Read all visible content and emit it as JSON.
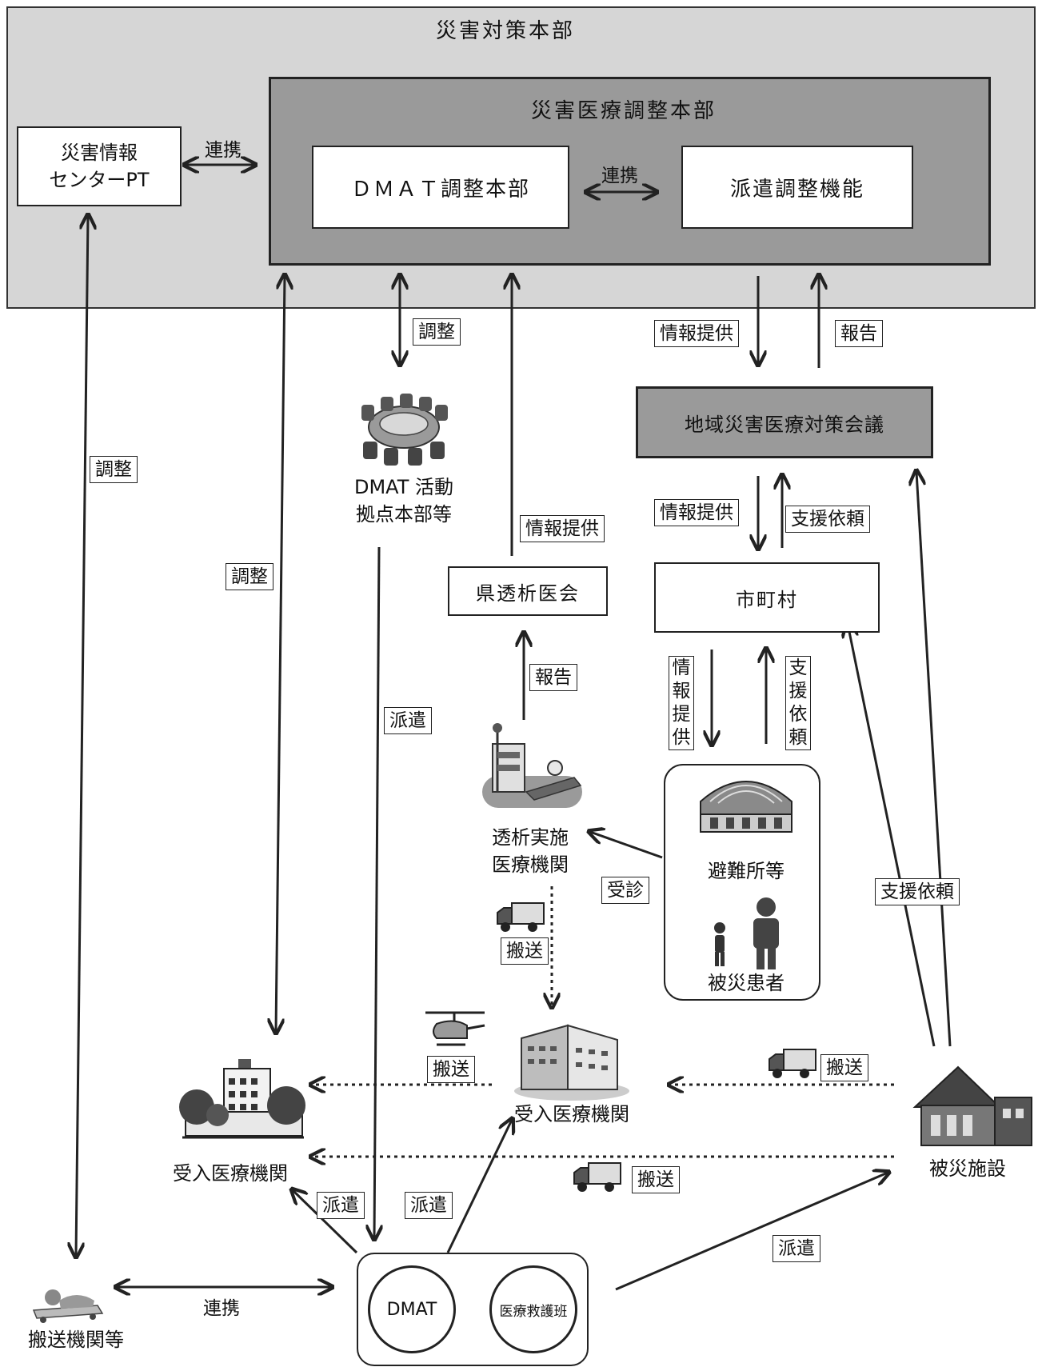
{
  "diagram": {
    "outer_title": "災害対策本部",
    "inner_title": "災害医療調整本部",
    "nodes": {
      "info_center": "災害情報\nセンターPT",
      "dmat_hq": "ＤＭＡＴ調整本部",
      "dispatch": "派遣調整機能",
      "regional": "地域災害医療対策会議",
      "dialysis_assoc": "県透析医会",
      "municipality": "市町村",
      "dmat_base": "DMAT 活動\n拠点本部等",
      "dialysis_inst": "透析実施\n医療機関",
      "shelter": "避難所等",
      "patients": "被災患者",
      "receiving_center": "受入医療機関",
      "receiving_left": "受入医療機関",
      "affected_facility": "被災施設",
      "transport_org": "搬送機関等",
      "dmat": "DMAT",
      "med_team": "医療救護班"
    },
    "labels": {
      "renkei_1": "連携",
      "renkei_2": "連携",
      "renkei_3": "連携",
      "chosei_base": "調整",
      "chosei_left": "調整",
      "chosei_mid": "調整",
      "joho_top": "情報提供",
      "hokoku_top": "報告",
      "joho_mid": "情報提供",
      "shien_mid": "支援依頼",
      "joho_assoc": "情報提供",
      "hokoku_assoc": "報告",
      "joho_vert": "情\n報\n提\n供",
      "shien_vert": "支\n援\n依\n頼",
      "haken_base": "派遣",
      "jushin": "受診",
      "hanso_dialysis": "搬送",
      "shien_right": "支援依頼",
      "hanso_heli": "搬送",
      "hanso_right": "搬送",
      "hanso_bottom": "搬送",
      "haken_left": "派遣",
      "haken_center": "派遣",
      "haken_right": "派遣"
    }
  }
}
